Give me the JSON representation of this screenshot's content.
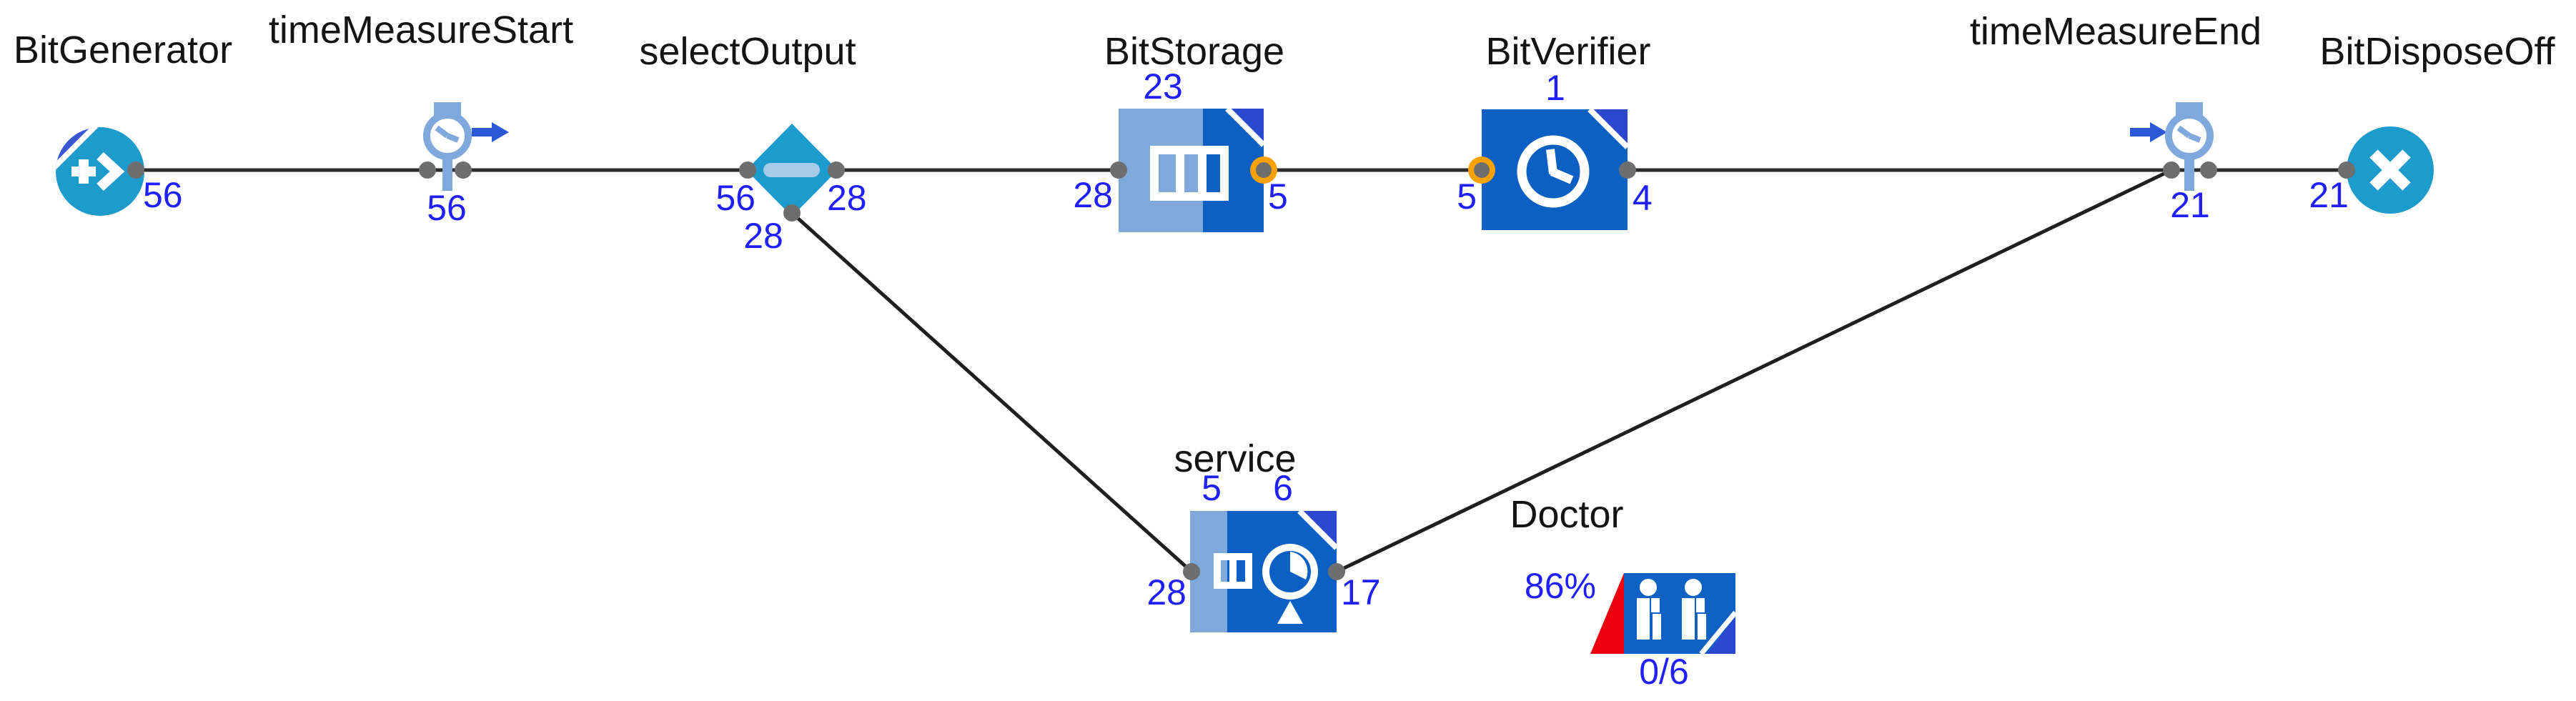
{
  "colors": {
    "teal": "#1E9BCD",
    "teal_badge": "#3A57D6",
    "block_blue": "#0D60C3",
    "block_light_blue": "#7FA9DB",
    "corner_blue": "#2B49CF",
    "stopwatch_blue": "#7FA9DC",
    "arrow_blue": "#2B59D6",
    "port_gray": "#6E6E6E",
    "port_highlight_orange": "#F7A200",
    "count_blue": "#1F1FFF",
    "utilization_red": "#EC0010",
    "label_black": "#141414",
    "connector_dark": "#2C2C2C",
    "diamond_bar_light": "#A5CBE8"
  },
  "nodes": {
    "bitGenerator": {
      "label": "BitGenerator",
      "icon": "source-plus-arrow-icon",
      "out_count": "56"
    },
    "timeMeasureStart": {
      "label": "timeMeasureStart",
      "icon": "stopwatch-arrow-out-icon",
      "count": "56"
    },
    "selectOutput": {
      "label": "selectOutput",
      "icon": "diamond-select-icon",
      "in_count": "56",
      "out_right_count": "28",
      "out_bottom_count": "28"
    },
    "bitStorage": {
      "label": "BitStorage",
      "icon": "queue-storage-icon",
      "queued_count": "23",
      "in_count": "28",
      "out_count": "5"
    },
    "bitVerifier": {
      "label": "BitVerifier",
      "icon": "delay-clock-icon",
      "in_progress_count": "1",
      "in_count": "5",
      "out_count": "4"
    },
    "timeMeasureEnd": {
      "label": "timeMeasureEnd",
      "icon": "stopwatch-arrow-in-icon",
      "count": "21"
    },
    "bitDisposeOff": {
      "label": "BitDisposeOff",
      "icon": "sink-x-icon",
      "in_count": "21"
    },
    "service": {
      "label": "service",
      "icon": "service-queue-clock-icon",
      "queued_count": "5",
      "in_progress_count": "6",
      "in_count": "28",
      "out_count": "17"
    },
    "doctor": {
      "label": "Doctor",
      "icon": "resource-pool-people-icon",
      "utilization": "86%",
      "busy_of_total": "0/6"
    }
  }
}
